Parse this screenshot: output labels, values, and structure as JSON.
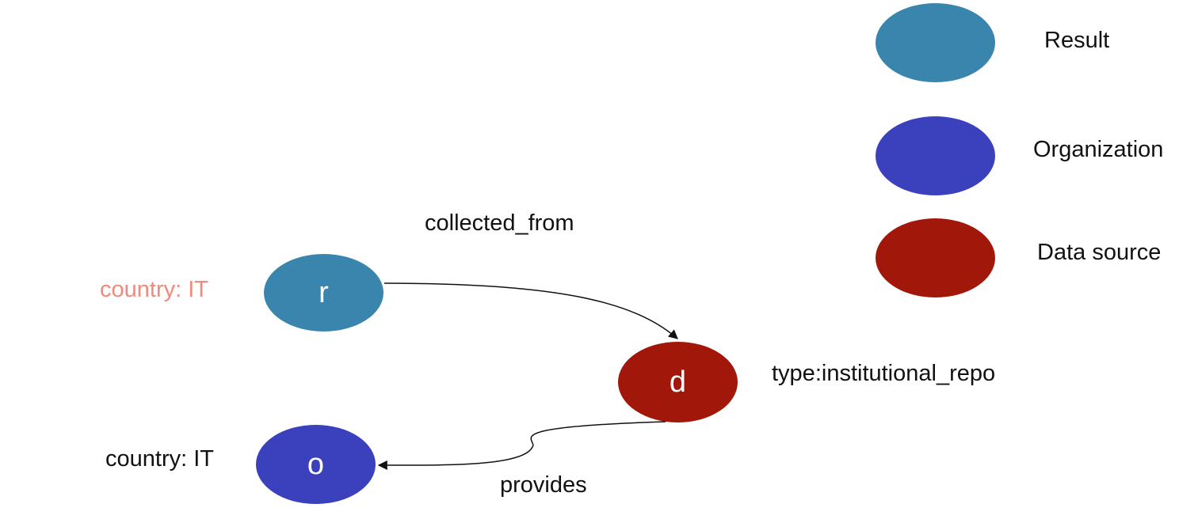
{
  "colors": {
    "result": "#3a85ad",
    "organization": "#3b41bd",
    "datasource": "#a11709",
    "faded_attr": "#f08a7c",
    "edge": "#111111"
  },
  "legend": [
    {
      "label": "Result",
      "color_key": "result"
    },
    {
      "label": "Organization",
      "color_key": "organization"
    },
    {
      "label": "Data source",
      "color_key": "datasource"
    }
  ],
  "nodes": {
    "r": {
      "label": "r",
      "attribute": "country: IT"
    },
    "d": {
      "label": "d",
      "attribute": "type:institutional_repo"
    },
    "o": {
      "label": "o",
      "attribute": "country: IT"
    }
  },
  "edges": {
    "collected_from": {
      "label": "collected_from",
      "from": "r",
      "to": "d"
    },
    "provides": {
      "label": "provides",
      "from": "d",
      "to": "o"
    }
  }
}
